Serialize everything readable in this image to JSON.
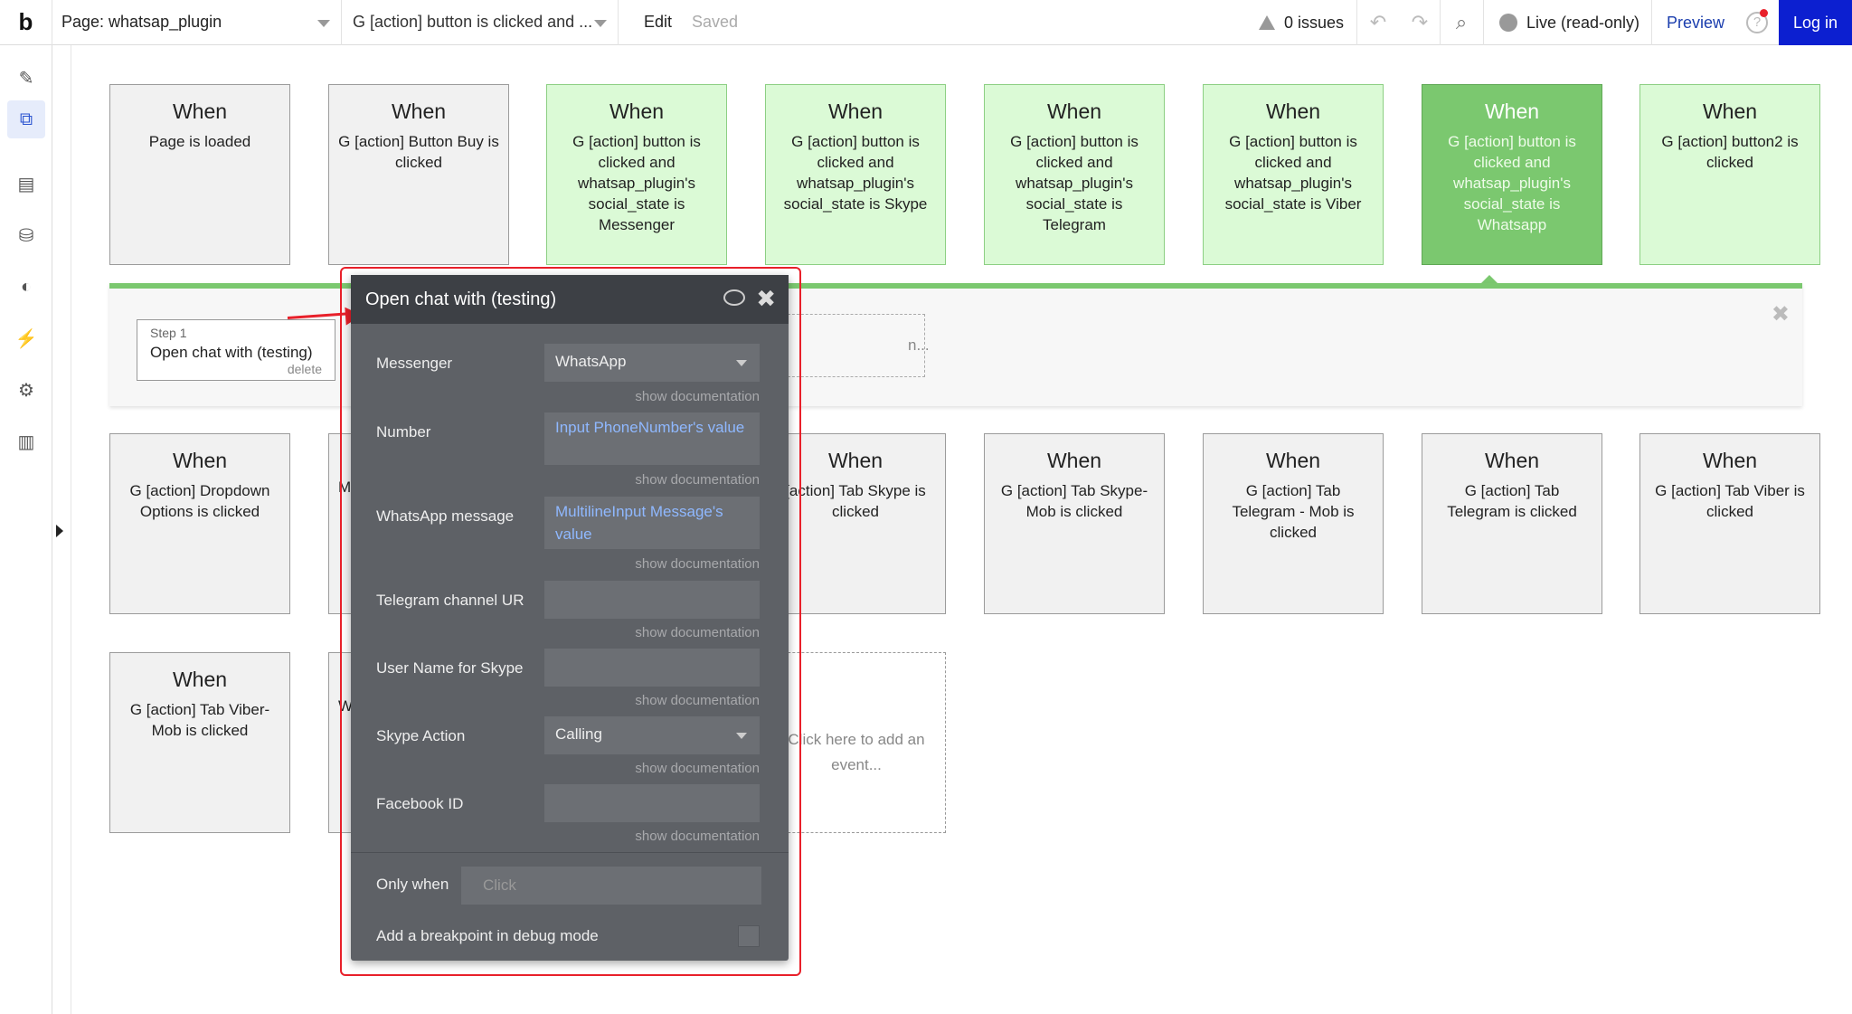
{
  "topbar": {
    "logo": "b",
    "page_select": "Page: whatsap_plugin",
    "workflow_select": "G [action] button is clicked and ...",
    "edit": "Edit",
    "saved": "Saved",
    "issues": "0 issues",
    "live": "Live (read-only)",
    "preview": "Preview",
    "help": "?",
    "login": "Log in"
  },
  "events_row1": [
    {
      "when": "When",
      "desc": "Page is loaded"
    },
    {
      "when": "When",
      "desc": "G [action] Button Buy is clicked"
    },
    {
      "when": "When",
      "desc": "G [action] button is clicked and whatsap_plugin's social_state is Messenger"
    },
    {
      "when": "When",
      "desc": "G [action] button is clicked and whatsap_plugin's social_state is Skype"
    },
    {
      "when": "When",
      "desc": "G [action] button is clicked and whatsap_plugin's social_state is Telegram"
    },
    {
      "when": "When",
      "desc": "G [action] button is clicked and whatsap_plugin's social_state is Viber"
    },
    {
      "when": "When",
      "desc": "G [action] button is clicked and whatsap_plugin's social_state is Whatsapp"
    },
    {
      "when": "When",
      "desc": "G [action] button2 is clicked"
    }
  ],
  "events_row2": [
    {
      "when": "When",
      "desc": "G [action] Dropdown Options is clicked"
    },
    {
      "when": "",
      "desc": "M"
    },
    {
      "when": "When",
      "desc": "[action] Tab Skype is clicked"
    },
    {
      "when": "When",
      "desc": "G [action] Tab Skype-Mob is clicked"
    },
    {
      "when": "When",
      "desc": "G [action] Tab Telegram - Mob is clicked"
    },
    {
      "when": "When",
      "desc": "G [action] Tab Telegram is clicked"
    },
    {
      "when": "When",
      "desc": "G [action] Tab Viber is clicked"
    }
  ],
  "events_row3": [
    {
      "when": "When",
      "desc": "G [action] Tab Viber-Mob is clicked"
    },
    {
      "when": "",
      "desc": "W"
    }
  ],
  "add_event": "Click here to add an event...",
  "step": {
    "label": "Step 1",
    "title": "Open chat with (testing)",
    "delete": "delete",
    "add_partial": "n..."
  },
  "modal": {
    "title": "Open chat with (testing)",
    "fields": {
      "messenger": {
        "label": "Messenger",
        "value": "WhatsApp",
        "doc": "show documentation"
      },
      "number": {
        "label": "Number",
        "value": "Input PhoneNumber's value",
        "doc": "show documentation"
      },
      "whatsapp_message": {
        "label": "WhatsApp message",
        "value": "MultilineInput Message's value",
        "doc": "show documentation"
      },
      "telegram": {
        "label": "Telegram channel UR",
        "value": "",
        "doc": "show documentation"
      },
      "skype_user": {
        "label": "User Name for Skype",
        "value": "",
        "doc": "show documentation"
      },
      "skype_action": {
        "label": "Skype Action",
        "value": "Calling",
        "doc": "show documentation"
      },
      "facebook_id": {
        "label": "Facebook ID",
        "value": "",
        "doc": "show documentation"
      }
    },
    "only_when": {
      "label": "Only when",
      "placeholder": "Click"
    },
    "breakpoint": "Add a breakpoint in debug mode"
  },
  "colors": {
    "accent_green": "#7bc86f",
    "highlight_red": "#e8202a",
    "login_blue": "#0c1fd0"
  }
}
